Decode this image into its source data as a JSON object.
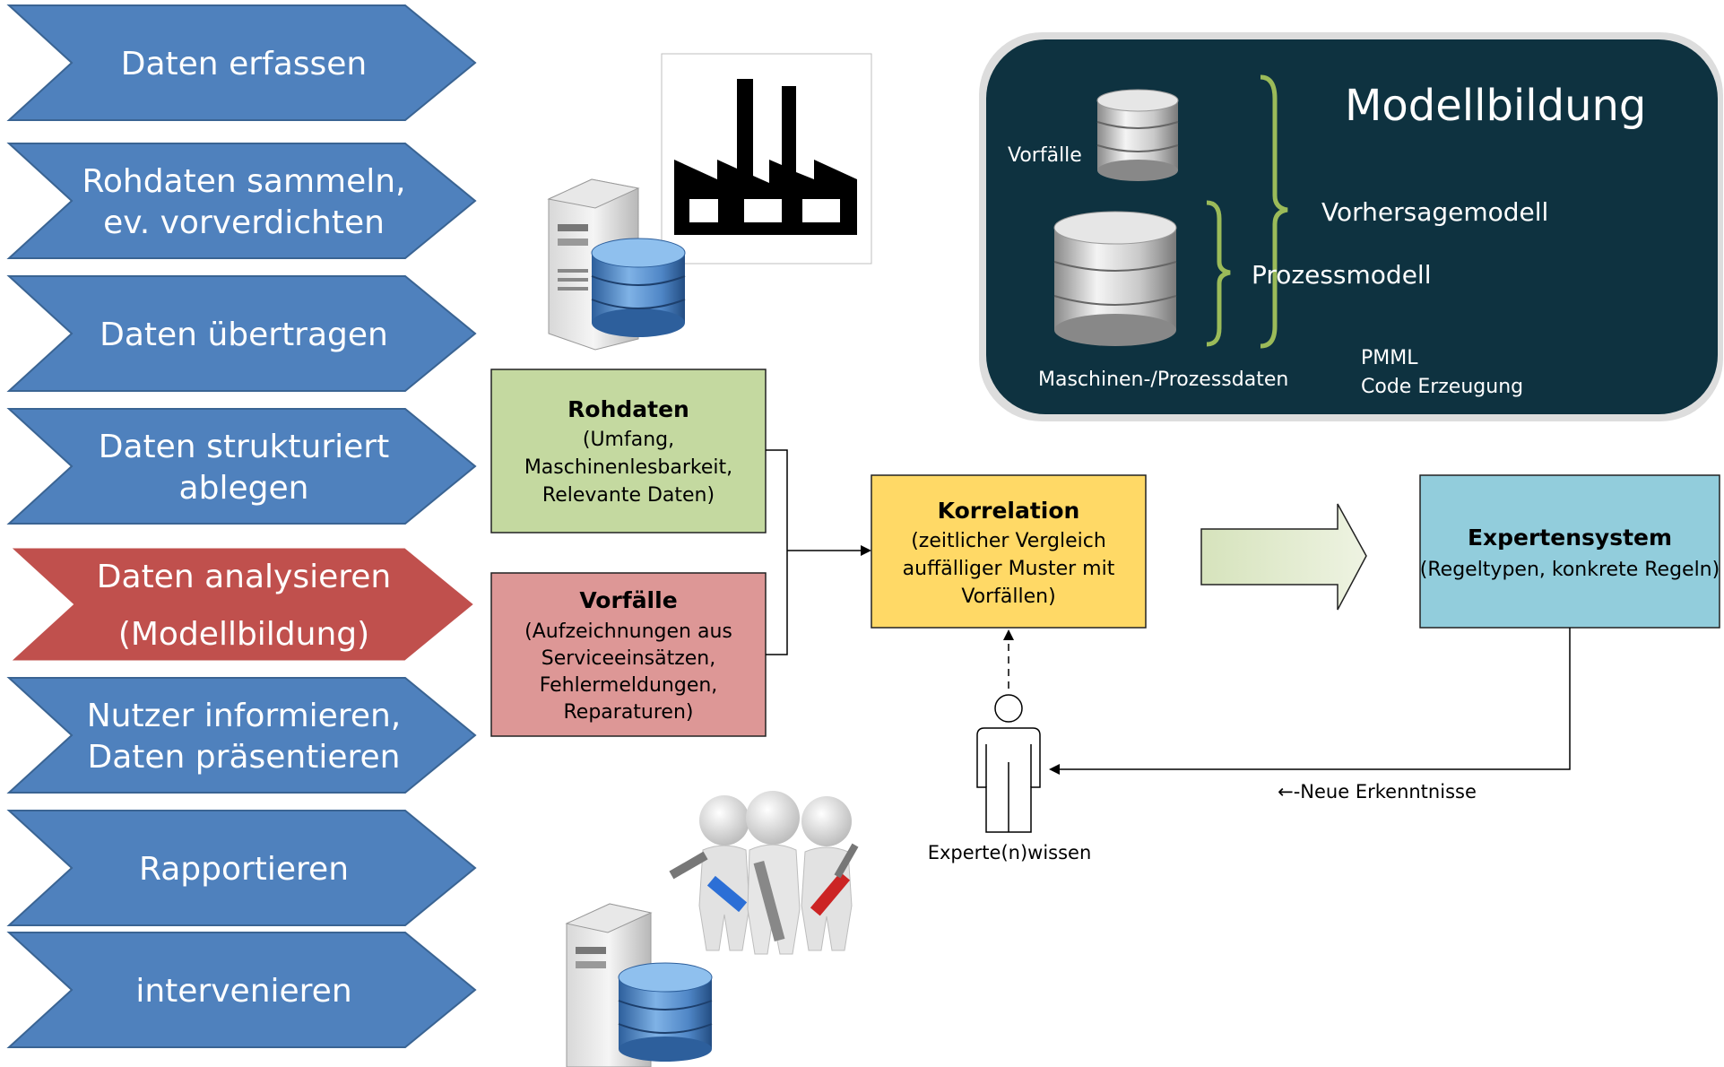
{
  "steps": [
    {
      "lines": [
        "Daten erfassen"
      ],
      "active": false
    },
    {
      "lines": [
        "Rohdaten sammeln,",
        "ev. vorverdichten"
      ],
      "active": false
    },
    {
      "lines": [
        "Daten übertragen"
      ],
      "active": false
    },
    {
      "lines": [
        "Daten strukturiert",
        "ablegen"
      ],
      "active": false
    },
    {
      "lines": [
        "Daten analysieren",
        "(Modellbildung)"
      ],
      "active": true
    },
    {
      "lines": [
        "Nutzer informieren,",
        "Daten präsentieren"
      ],
      "active": false
    },
    {
      "lines": [
        "Rapportieren"
      ],
      "active": false
    },
    {
      "lines": [
        "intervenieren"
      ],
      "active": false
    }
  ],
  "colors": {
    "step": "#4f81bd",
    "step_active": "#c0504d",
    "rohdaten_fill": "#c4d9a0",
    "vorfaelle_fill": "#dd9796",
    "korrelation_fill": "#ffd966",
    "experten_fill": "#92cddc",
    "panel_fill": "#0e3240",
    "brace": "#9bbb59"
  },
  "boxes": {
    "rohdaten": {
      "title": "Rohdaten",
      "lines": [
        "(Umfang,",
        "Maschinenlesbarkeit,",
        "Relevante Daten)"
      ]
    },
    "vorfaelle": {
      "title": "Vorfälle",
      "lines": [
        "(Aufzeichnungen aus",
        "Serviceeinsätzen,",
        "Fehlermeldungen,",
        "Reparaturen)"
      ]
    },
    "korrelation": {
      "title": "Korrelation",
      "lines": [
        "(zeitlicher Vergleich",
        "auffälliger Muster mit",
        "Vorfällen)"
      ]
    },
    "expertensystem": {
      "title": "Expertensystem",
      "lines": [
        "(Regeltypen, konkrete Regeln)"
      ]
    }
  },
  "panel": {
    "title": "Modellbildung",
    "vorfaelle_label": "Vorfälle",
    "maschinen_label": "Maschinen-/Prozessdaten",
    "vorhersage_label": "Vorhersagemodell",
    "prozess_label": "Prozessmodell",
    "pmml_line1": "PMML",
    "pmml_line2": "Code Erzeugung"
  },
  "labels": {
    "expert": "Experte(n)wissen",
    "feedback": "←-Neue Erkenntnisse"
  },
  "icons": [
    "factory-icon",
    "server-database-icon",
    "engineers-tools-icon",
    "database-icon",
    "person-icon"
  ]
}
